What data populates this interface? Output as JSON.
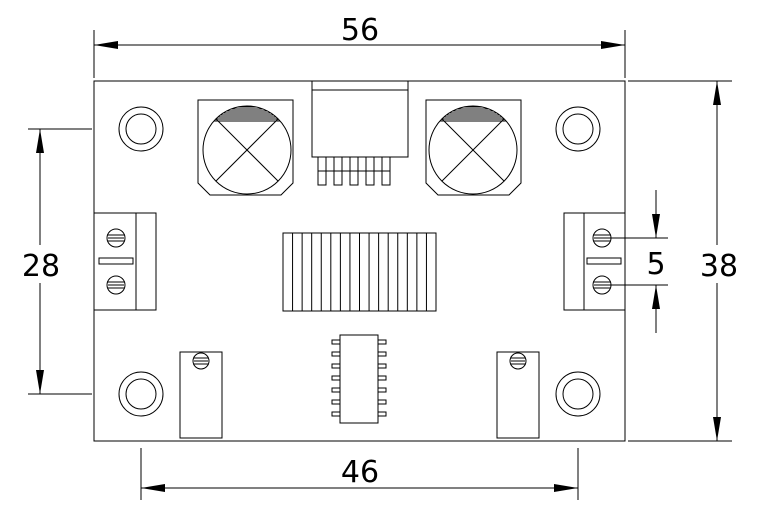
{
  "diagram": {
    "dimension_labels": {
      "board_width": "56",
      "board_height": "38",
      "mount_hole_vertical_spacing": "28",
      "mount_hole_horizontal_spacing": "46",
      "terminal_pitch": "5"
    }
  }
}
